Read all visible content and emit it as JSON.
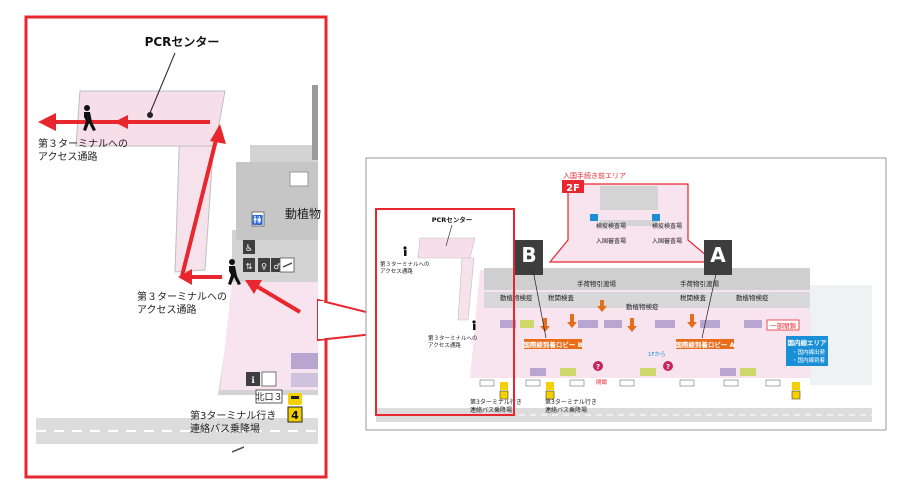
{
  "detail": {
    "pcr_center": "PCRセンター",
    "access_upper": [
      "第３ターミナルへの",
      "アクセス通路"
    ],
    "access_lower": [
      "第３ターミナルへの",
      "アクセス通路"
    ],
    "quarantine": "動植物",
    "north_exit": "北口３",
    "bus_stop": [
      "第3ターミナル行き",
      "連絡バス乗降場"
    ],
    "bus_number": "4"
  },
  "overview": {
    "pcr_center": "PCRセンター",
    "access_upper": [
      "第３ターミナルへの",
      "アクセス通路"
    ],
    "access_lower": [
      "第３ターミナルへの",
      "アクセス通路"
    ],
    "pre_departure_area": "入国手続き前エリア",
    "floor": "2F",
    "quarantine_inspection_1": "検疫検査場",
    "quarantine_inspection_2": "検疫検査場",
    "immigration_1": "入国審査場",
    "immigration_2": "入国審査場",
    "gate_b": "B",
    "gate_a": "A",
    "baggage_claim_left": "手荷物引渡場",
    "baggage_claim_right": "手荷物引渡場",
    "customs_left": "税関検査",
    "customs_right": "税関検査",
    "plant_animal_1": "動植物検疫",
    "plant_animal_2": "動植物検疫",
    "plant_animal_3": "動植物検疫",
    "lobby_b": "国際線到着ロビー B",
    "lobby_a": "国際線到着ロビー A",
    "partial_closure": "一部閉鎖",
    "domestic_area": "国内線エリア",
    "domestic_dep": "・国内線出発",
    "domestic_arr": "・国内線到着",
    "from_1f": "1Fから",
    "closed": "閉鎖",
    "bus_stop_left": [
      "第3ターミナル行き",
      "連絡バス乗降場"
    ],
    "bus_stop_right": [
      "第3ターミナル行き",
      "連絡バス乗降場"
    ]
  },
  "colors": {
    "highlight_red": "#e8262d",
    "pink_floor": "#f8e4ee",
    "gray_building": "#cfcfcf",
    "lobby_orange": "#e86d1a",
    "domestic_blue": "#1a8fd6",
    "gate_dark": "#3d3d3d",
    "bus_yellow": "#f5d000"
  },
  "icons": [
    "walking-person-icon",
    "restroom-icon",
    "wheelchair-icon",
    "elevator-icon",
    "smoking-icon",
    "bus-icon",
    "info-icon",
    "question-icon"
  ]
}
